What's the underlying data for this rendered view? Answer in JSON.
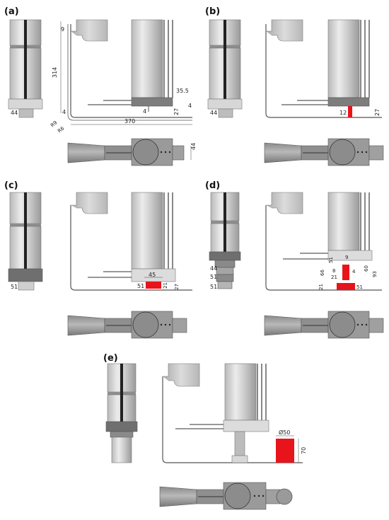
{
  "panels": [
    {
      "id": "a",
      "label": "(a)",
      "dims": {
        "top": "9",
        "height": "314",
        "base_left": "4",
        "plate": "4",
        "depth": "370",
        "r1": "R9",
        "r2": "R6",
        "gap": "35.5",
        "foot": "27",
        "foot2": "4",
        "side": "44",
        "plan": "44"
      }
    },
    {
      "id": "b",
      "label": "(b)",
      "dims": {
        "side": "44",
        "block": "12",
        "foot": "27"
      }
    },
    {
      "id": "c",
      "label": "(c)",
      "dims": {
        "side": "51",
        "width": "45",
        "block": "51",
        "blockh": "21",
        "foot": "27"
      }
    },
    {
      "id": "d",
      "label": "(d)",
      "dims": {
        "s1": "44",
        "s2": "51",
        "s3": "51",
        "a": "66",
        "b": "51",
        "c": "8",
        "d": "21",
        "e": "4",
        "f": "9",
        "g": "60",
        "h": "93",
        "i": "21",
        "j": "51"
      }
    },
    {
      "id": "e",
      "label": "(e)",
      "dims": {
        "dia": "Ø50",
        "h": "70"
      }
    }
  ],
  "colors": {
    "red": "#e8141b",
    "line": "#555555",
    "gray": "#a8a8a8",
    "dark": "#6e6e6e",
    "light": "#d8d8d8"
  }
}
